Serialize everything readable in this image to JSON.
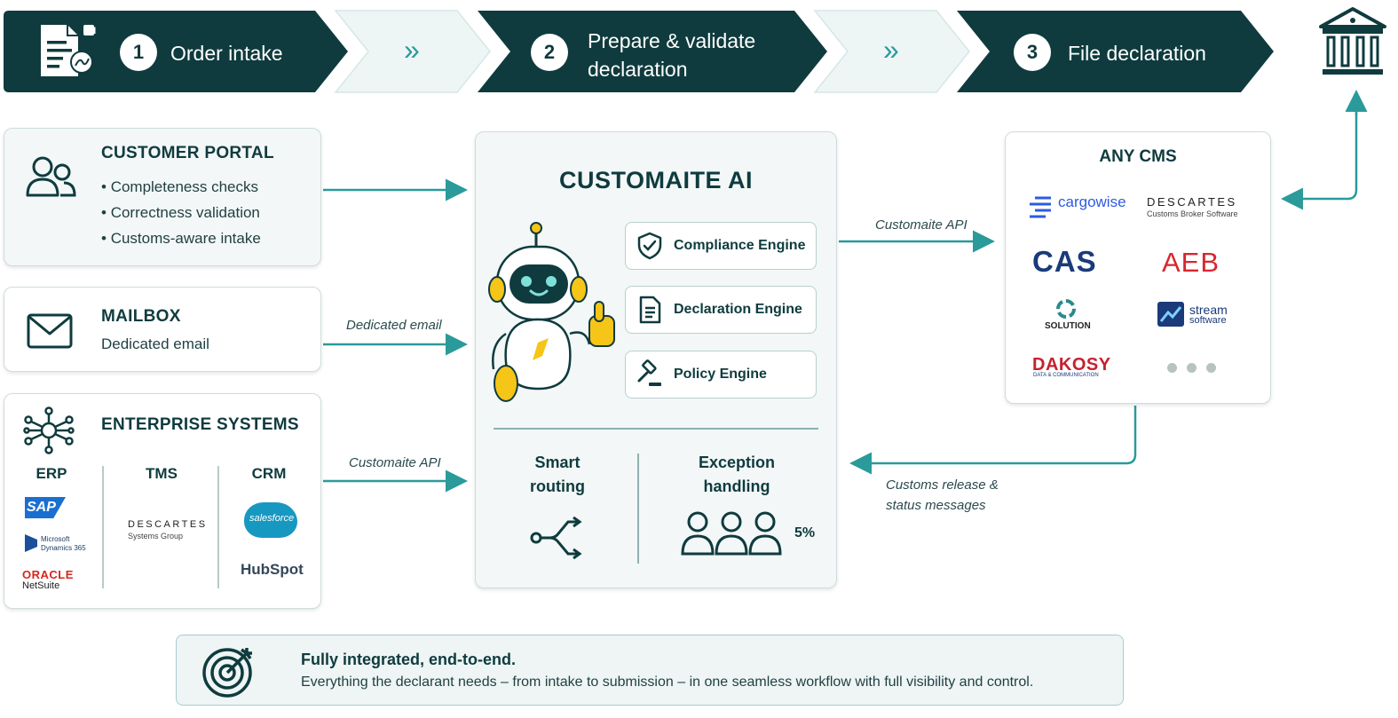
{
  "colors": {
    "dark_teal": "#0f3b3e",
    "teal_line": "#2a9a9a",
    "light_bg": "#f3f7f7",
    "yellow": "#f5c518"
  },
  "steps": [
    {
      "num": "1",
      "label": "Order intake"
    },
    {
      "num": "2",
      "label_line1": "Prepare & validate",
      "label_line2": "declaration"
    },
    {
      "num": "3",
      "label": "File declaration"
    }
  ],
  "step_separator": "»",
  "customer_portal": {
    "title": "CUSTOMER PORTAL",
    "bullets": [
      "Completeness checks",
      "Correctness validation",
      "Customs-aware intake"
    ]
  },
  "mailbox": {
    "title": "MAILBOX",
    "subtitle": "Dedicated email"
  },
  "enterprise": {
    "title": "ENTERPRISE SYSTEMS",
    "columns": [
      "ERP",
      "TMS",
      "CRM"
    ],
    "erp_logos": [
      "SAP",
      "Microsoft",
      "Dynamics 365",
      "ORACLE",
      "NetSuite"
    ],
    "tms_logos": [
      "DESCARTES",
      "Systems Group"
    ],
    "crm_logos": [
      "salesforce",
      "HubSpot"
    ]
  },
  "arrows": {
    "email_label": "Dedicated email",
    "api_label_left": "Customaite API",
    "api_label_right": "Customaite API",
    "release_line1": "Customs release &",
    "release_line2": "status messages"
  },
  "core": {
    "title": "CUSTOMAITE AI",
    "engines": [
      "Compliance Engine",
      "Declaration Engine",
      "Policy Engine"
    ],
    "smart_routing_l1": "Smart",
    "smart_routing_l2": "routing",
    "exception_l1": "Exception",
    "exception_l2": "handling",
    "exception_pct": "5%"
  },
  "cms": {
    "title": "ANY CMS",
    "logos": {
      "cargowise": "cargowise",
      "descartes": "DESCARTES",
      "descartes_sub": "Customs Broker Software",
      "cas": "CAS",
      "aeb": "AEB",
      "solution": "SOLUTION",
      "stream_l1": "stream",
      "stream_l2": "software",
      "dakosy": "DAKOSY",
      "dakosy_sub": "DATA & COMMUNICATION"
    }
  },
  "footer": {
    "title": "Fully integrated, end-to-end.",
    "text": "Everything the declarant needs – from intake to submission – in one seamless workflow with full visibility and control."
  },
  "icons": [
    "document-icon",
    "users-icon",
    "mail-icon",
    "network-icon",
    "robot-icon",
    "shield-icon",
    "document-lines-icon",
    "gavel-icon",
    "routing-icon",
    "people-icon",
    "bank-icon",
    "target-icon"
  ]
}
